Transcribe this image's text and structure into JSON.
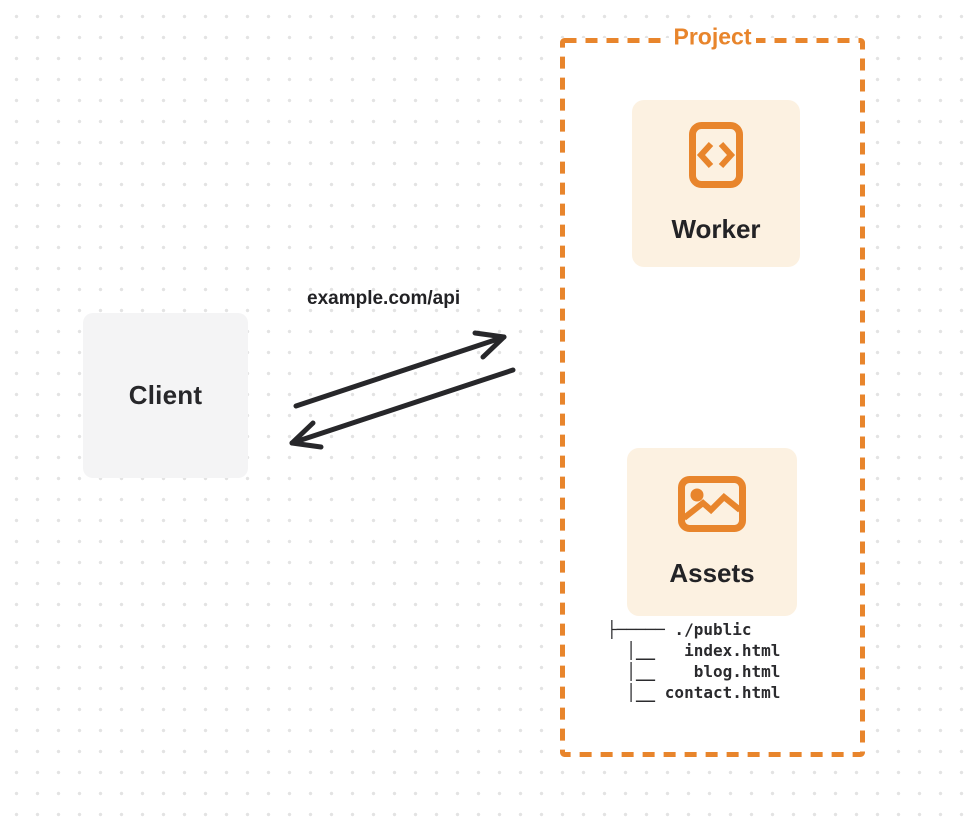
{
  "colors": {
    "accent": "#e8852c",
    "card_background": "#fcf1e1",
    "client_background": "#f4f4f5",
    "ink": "#27272a",
    "dot_grid": "#e3e3e3"
  },
  "client": {
    "label": "Client"
  },
  "request": {
    "url_label": "example.com/api"
  },
  "arrows": {
    "client_to_project": "request arrow pointing to project",
    "project_to_client": "response arrow pointing to client"
  },
  "project": {
    "label": "Project",
    "worker": {
      "label": "Worker",
      "icon": "code-file-icon"
    },
    "assets": {
      "label": "Assets",
      "icon": "image-icon"
    },
    "file_tree": {
      "text": "├───── ./public\n  │__   index.html\n  │__    blog.html\n  │__ contact.html",
      "root": "./public",
      "files": [
        "index.html",
        "blog.html",
        "contact.html"
      ]
    }
  }
}
